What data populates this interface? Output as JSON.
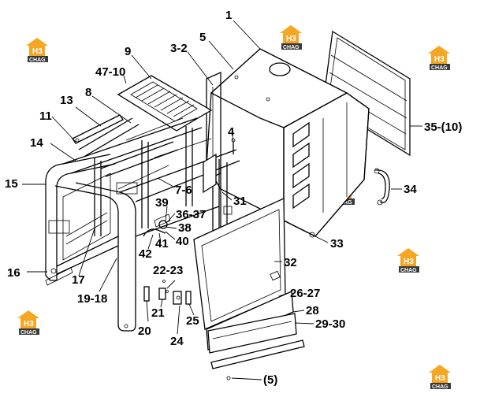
{
  "watermark": {
    "line1": "H3",
    "line2": "CHAG",
    "color_orange": "#f5a623",
    "color_dark": "#3a3a3a"
  },
  "labels": {
    "l1": "1",
    "l5": "5",
    "l3_2": "3-2",
    "l9": "9",
    "l47_10": "47-10",
    "l13": "13",
    "l8": "8",
    "l11": "11",
    "l14": "14",
    "l15": "15",
    "l4": "4",
    "l35_10": "35-(10)",
    "l34": "34",
    "l7_6": "7-6",
    "l31": "31",
    "l39": "39",
    "l36_37": "36-37",
    "l38": "38",
    "l40": "40",
    "l42": "42",
    "l41": "41",
    "l33": "33",
    "l32": "32",
    "l16": "16",
    "l17": "17",
    "l19_18": "19-18",
    "l22_23": "22-23",
    "l21": "21",
    "l20": "20",
    "l25": "25",
    "l24": "24",
    "l26_27": "26-27",
    "l28": "28",
    "l29_30": "29-30",
    "l5b": "(5)"
  }
}
